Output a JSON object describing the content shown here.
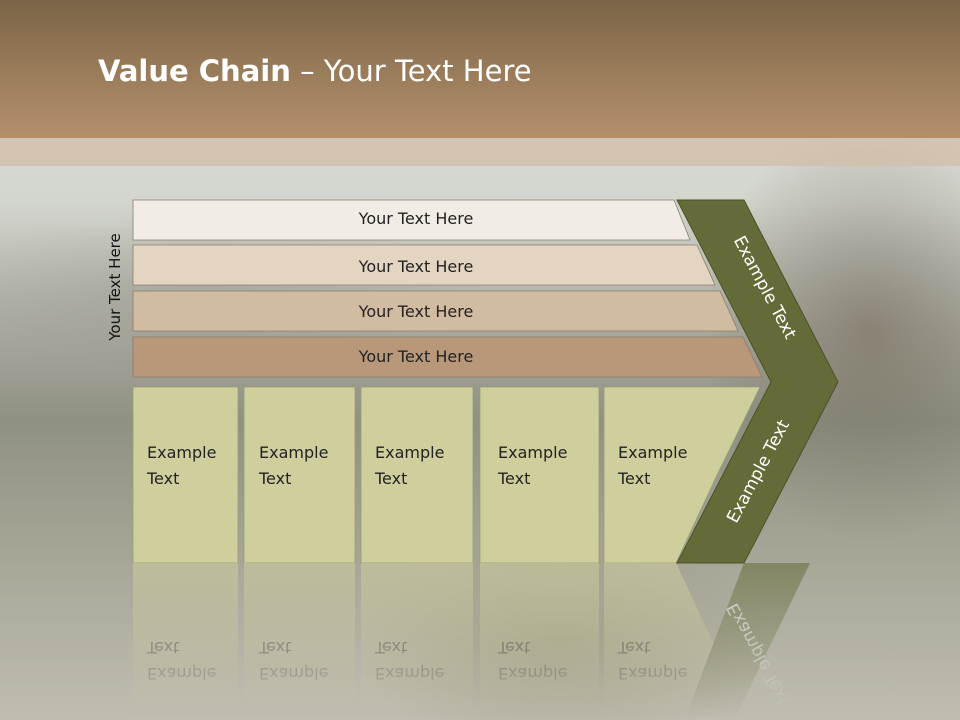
{
  "title": {
    "bold": "Value Chain",
    "rest": " – Your Text Here"
  },
  "side_label": "Your Text Here",
  "rows": [
    {
      "label": "Your Text Here",
      "color": "#f1ece6"
    },
    {
      "label": "Your Text Here",
      "color": "#e4d5c3"
    },
    {
      "label": "Your Text Here",
      "color": "#d2bca1"
    },
    {
      "label": "Your Text Here",
      "color": "#b9987a"
    }
  ],
  "boxes": [
    {
      "line1": "Example",
      "line2": "Text"
    },
    {
      "line1": "Example",
      "line2": "Text"
    },
    {
      "line1": "Example",
      "line2": "Text"
    },
    {
      "line1": "Example",
      "line2": "Text"
    },
    {
      "line1": "Example",
      "line2": "Text"
    }
  ],
  "chevron_upper": "Example Text",
  "chevron_lower": "Example Text",
  "colors": {
    "box_fill": "#cfcf9e",
    "chevron_fill": "#656b38",
    "header": "#9b7d5b"
  }
}
